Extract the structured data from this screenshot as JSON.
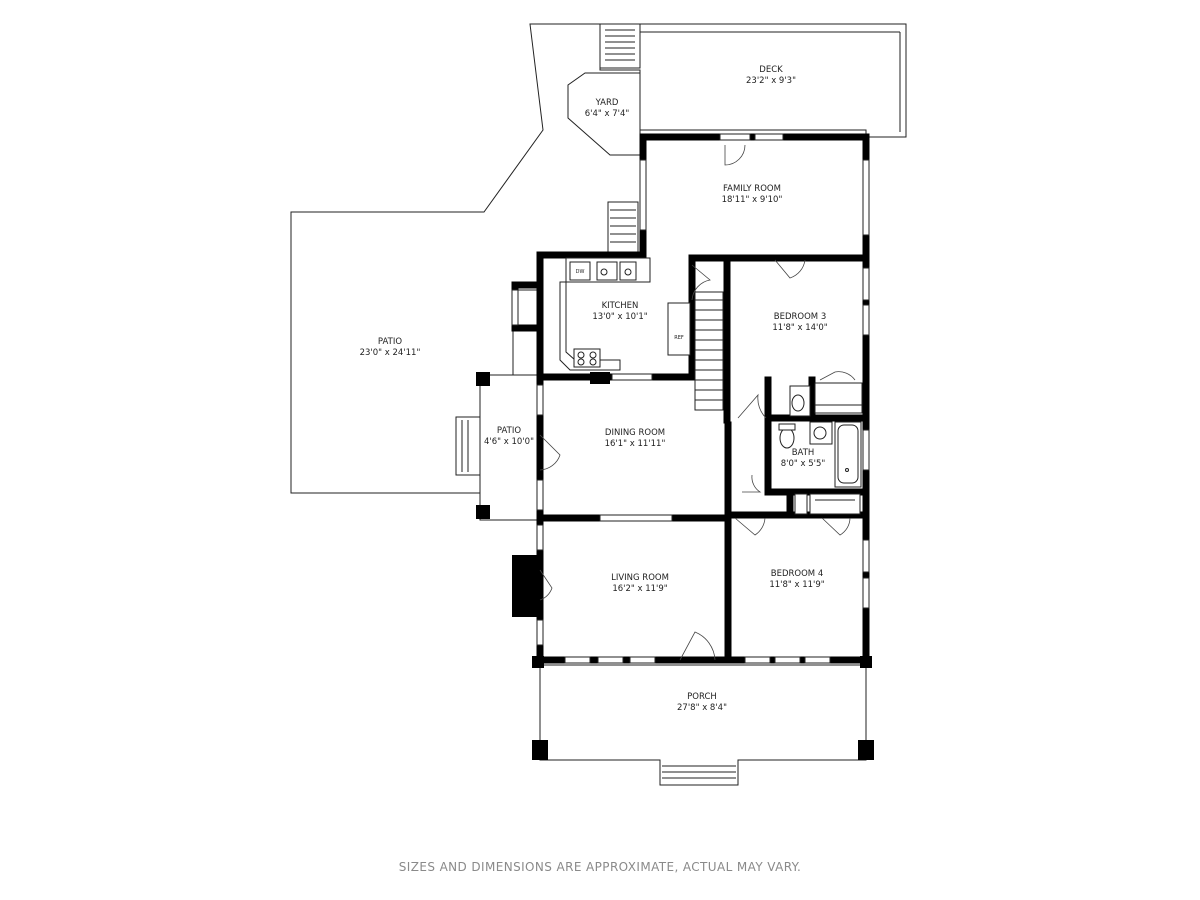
{
  "rooms": {
    "deck": {
      "name": "DECK",
      "dims": "23'2\" x 9'3\""
    },
    "yard": {
      "name": "YARD",
      "dims": "6'4\" x 7'4\""
    },
    "family_room": {
      "name": "FAMILY ROOM",
      "dims": "18'11\" x 9'10\""
    },
    "patio_large": {
      "name": "PATIO",
      "dims": "23'0\" x 24'11\""
    },
    "kitchen": {
      "name": "KITCHEN",
      "dims": "13'0\" x 10'1\""
    },
    "bedroom_3": {
      "name": "BEDROOM 3",
      "dims": "11'8\" x 14'0\""
    },
    "patio_small": {
      "name": "PATIO",
      "dims": "4'6\" x 10'0\""
    },
    "dining_room": {
      "name": "DINING ROOM",
      "dims": "16'1\" x 11'11\""
    },
    "bath": {
      "name": "BATH",
      "dims": "8'0\" x 5'5\""
    },
    "living_room": {
      "name": "LIVING ROOM",
      "dims": "16'2\" x 11'9\""
    },
    "bedroom_4": {
      "name": "BEDROOM 4",
      "dims": "11'8\" x 11'9\""
    },
    "porch": {
      "name": "PORCH",
      "dims": "27'8\" x 8'4\""
    }
  },
  "fixtures": {
    "dishwasher": "DW",
    "refrigerator": "REF"
  },
  "disclaimer": "SIZES AND DIMENSIONS ARE APPROXIMATE, ACTUAL MAY VARY."
}
